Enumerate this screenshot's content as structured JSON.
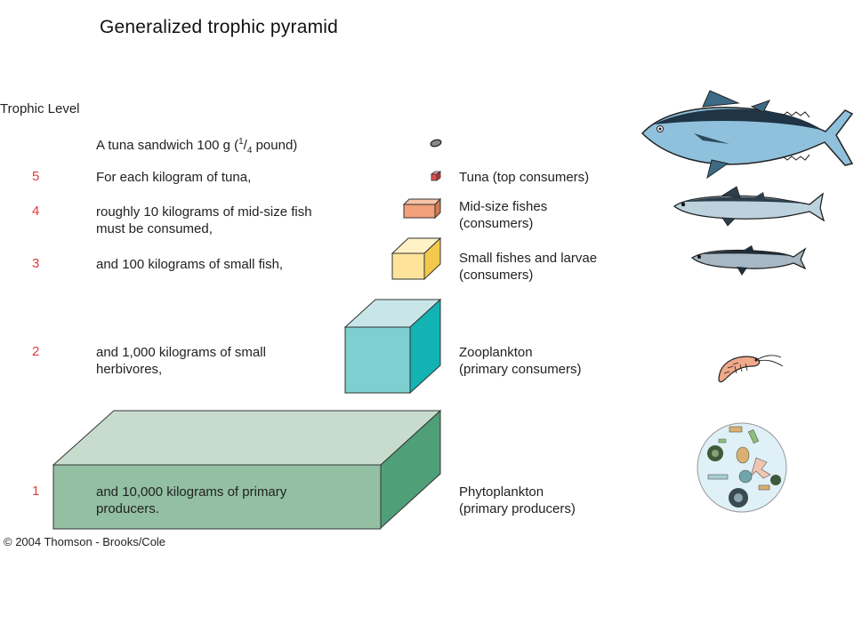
{
  "title": "Generalized trophic pyramid",
  "header": "Trophic Level",
  "copyright": "© 2004 Thomson - Brooks/Cole",
  "rows": [
    {
      "level": "",
      "description": "A tuna sandwich 100 g (1/4 pound)",
      "organism": ""
    },
    {
      "level": "5",
      "description": "For each kilogram of tuna,",
      "organism": "Tuna (top consumers)"
    },
    {
      "level": "4",
      "description": "roughly 10 kilograms of mid-size fish\nmust be consumed,",
      "organism": "Mid-size fishes\n(consumers)"
    },
    {
      "level": "3",
      "description": "and 100 kilograms of small fish,",
      "organism": "Small fishes and larvae\n(consumers)"
    },
    {
      "level": "2",
      "description": "and 1,000 kilograms of small\nherbivores,",
      "organism": "Zooplankton\n(primary consumers)"
    },
    {
      "level": "1",
      "description": "and 10,000 kilograms of primary\nproducers.",
      "organism": "Phytoplankton\n(primary producers)"
    }
  ],
  "colors": {
    "level_number": "#e33a3a",
    "tuna_block": "#e05050",
    "midsize_block": "#f2a07a",
    "smallfish_block": "#fde49a",
    "zooplankton_block": "#7ecfcf",
    "phytoplankton_block": "#93bfa3"
  },
  "icons": [
    "tuna-icon",
    "mackerel-icon",
    "anchovy-icon",
    "shrimp-icon",
    "phytoplankton-icon"
  ]
}
